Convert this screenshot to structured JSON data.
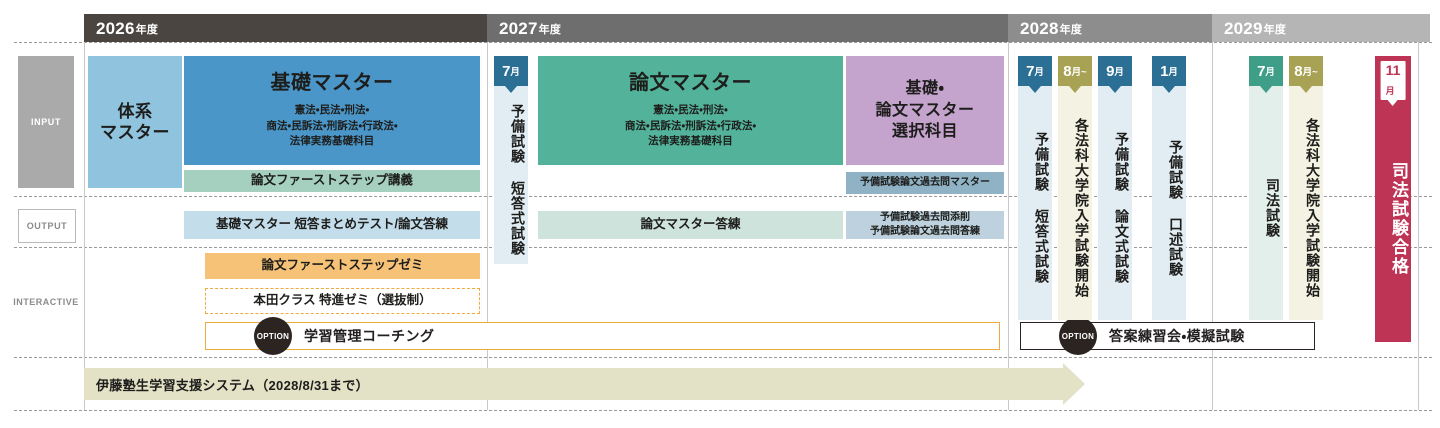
{
  "rail": {
    "input": "INPUT",
    "output": "OUTPUT",
    "interactive": "INTERACTIVE"
  },
  "years": [
    {
      "year": "2026",
      "suffix": "年度"
    },
    {
      "year": "2027",
      "suffix": "年度"
    },
    {
      "year": "2028",
      "suffix": "年度"
    },
    {
      "year": "2029",
      "suffix": "年度"
    }
  ],
  "input_boxes": {
    "taikei": {
      "title": "体系\nマスター"
    },
    "kiso_master": {
      "title": "基礎マスター",
      "subtitle": "憲法・民法・刑法・\n商法・民訴法・刑訴法・行政法・\n法律実務基礎科目"
    },
    "ronbun_first_step": {
      "label": "論文ファーストステップ講義"
    },
    "ronbun_master": {
      "title": "論文マスター",
      "subtitle": "憲法・民法・刑法・\n商法・民訴法・刑訴法・行政法・\n法律実務基礎科目"
    },
    "sentaku": {
      "title": "基礎・\n論文マスター\n選択科目"
    },
    "yobi_kakomon_master": {
      "label": "予備試験論文過去問マスター"
    }
  },
  "output_boxes": {
    "kiso_matome": {
      "label": "基礎マスター 短答まとめテスト/論文答練"
    },
    "ronbun_master_tohren": {
      "label": "論文マスター答練"
    },
    "yobi_tensaku": {
      "label": "予備試験過去問添削\n予備試験論文過去問答練"
    }
  },
  "interactive_boxes": {
    "first_step_zemi": {
      "label": "論文ファーストステップゼミ"
    },
    "honda_class": {
      "label": "本田クラス 特進ゼミ（選抜制）"
    }
  },
  "options": [
    {
      "badge": "OPTION",
      "label": "学習管理コーチング"
    },
    {
      "badge": "OPTION",
      "label": "答案練習会・模擬試験"
    }
  ],
  "month_columns": [
    {
      "id": "y2027-7",
      "month": "7",
      "unit": "月",
      "text": "予備試験 短答式試験"
    },
    {
      "id": "y2028-7",
      "month": "7",
      "unit": "月",
      "text": "予備試験 短答式試験"
    },
    {
      "id": "y2028-8",
      "month": "8",
      "unit": "月~",
      "text": "各法科大学院入学試験開始"
    },
    {
      "id": "y2028-9",
      "month": "9",
      "unit": "月",
      "text": "予備試験 論文式試験"
    },
    {
      "id": "y2028-1",
      "month": "1",
      "unit": "月",
      "text": "予備試験 口述試験"
    },
    {
      "id": "y2029-7",
      "month": "7",
      "unit": "月",
      "text": "司法試験"
    },
    {
      "id": "y2029-8",
      "month": "8",
      "unit": "月~",
      "text": "各法科大学院入学試験開始"
    }
  ],
  "pass_box": {
    "month": "11",
    "unit": "月",
    "text": "司法試験合格"
  },
  "footer_arrow": {
    "label": "伊藤塾生学習支援システム（2028/8/31まで）"
  },
  "colors": {
    "year_2026": "#4a4541",
    "year_2027": "#6e6e6e",
    "year_2028": "#8d8d8d",
    "year_2029": "#b5b5b5",
    "taikei_blue": "#8fc3de",
    "kiso_blue": "#4a96c8",
    "first_step_green": "#a5d0c0",
    "ronbun_teal": "#53b39a",
    "sentaku_purple": "#c4a3cc",
    "kakomon_steel": "#8fb3c4",
    "output_lightblue": "#c3ddeb",
    "output_mint": "#cfe3dd",
    "output_steel": "#bdd2de",
    "zemi_orange": "#f6c277",
    "tab_blue": "#2b6f94",
    "tab_olive": "#a8a254",
    "tab_green": "#3f9e87",
    "col_blue_bg": "#e2edf3",
    "col_olive_bg": "#f4f2e2",
    "col_green_bg": "#e2efea",
    "pass_red": "#be3455",
    "arrow_khaki": "#e3e1c6",
    "option_badge": "#2b2420"
  }
}
